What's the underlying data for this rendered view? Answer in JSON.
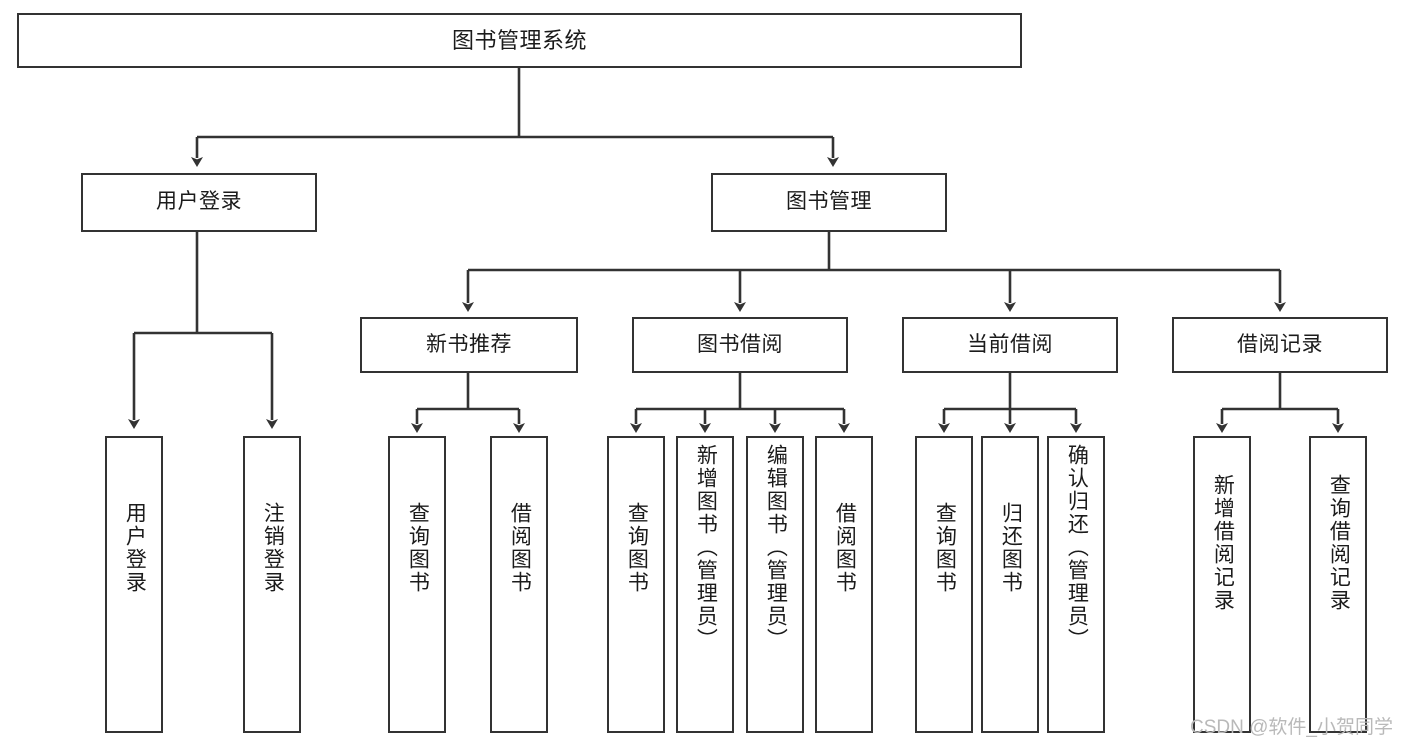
{
  "diagram": {
    "title": "图书管理系统",
    "type": "hierarchy-tree",
    "watermark": "CSDN @软件_小贺同学",
    "colors": {
      "box_border": "#333333",
      "box_fill": "#ffffff",
      "edge": "#333333",
      "text": "#1b1b1b",
      "watermark": "#b9b9b9",
      "background": "#ffffff"
    },
    "levels": {
      "root": {
        "label": "图书管理系统"
      },
      "level2": [
        {
          "label": "用户登录"
        },
        {
          "label": "图书管理"
        }
      ],
      "level3": [
        {
          "label": "新书推荐"
        },
        {
          "label": "图书借阅"
        },
        {
          "label": "当前借阅"
        },
        {
          "label": "借阅记录"
        }
      ],
      "leaves": {
        "user_login": [
          {
            "label": "用户登录"
          },
          {
            "label": "注销登录"
          }
        ],
        "new_book_recommend": [
          {
            "label": "查询图书"
          },
          {
            "label": "借阅图书"
          }
        ],
        "book_borrow": [
          {
            "label": "查询图书"
          },
          {
            "label": "新增图书（管理员）"
          },
          {
            "label": "编辑图书（管理员）"
          },
          {
            "label": "借阅图书"
          }
        ],
        "current_borrow": [
          {
            "label": "查询图书"
          },
          {
            "label": "归还图书"
          },
          {
            "label": "确认归还（管理员）"
          }
        ],
        "borrow_record": [
          {
            "label": "新增借阅记录"
          },
          {
            "label": "查询借阅记录"
          }
        ]
      }
    }
  }
}
